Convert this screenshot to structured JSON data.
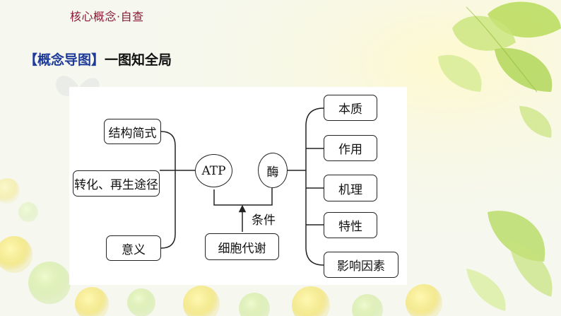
{
  "header": {
    "section_title": "核心概念·自查",
    "guide_label": "【概念导图】",
    "guide_subtitle": "一图知全局"
  },
  "diagram": {
    "left_nodes": [
      "结构简式",
      "转化、再生途径",
      "意义"
    ],
    "center_nodes": [
      "ATP",
      "酶"
    ],
    "right_nodes": [
      "本质",
      "作用",
      "机理",
      "特性",
      "影响因素"
    ],
    "bottom_node": "细胞代谢",
    "arrow_label": "条件"
  },
  "colors": {
    "section_title": "#8b1a34",
    "guide_bracket": "#1f3b9a",
    "line": "#222222"
  }
}
